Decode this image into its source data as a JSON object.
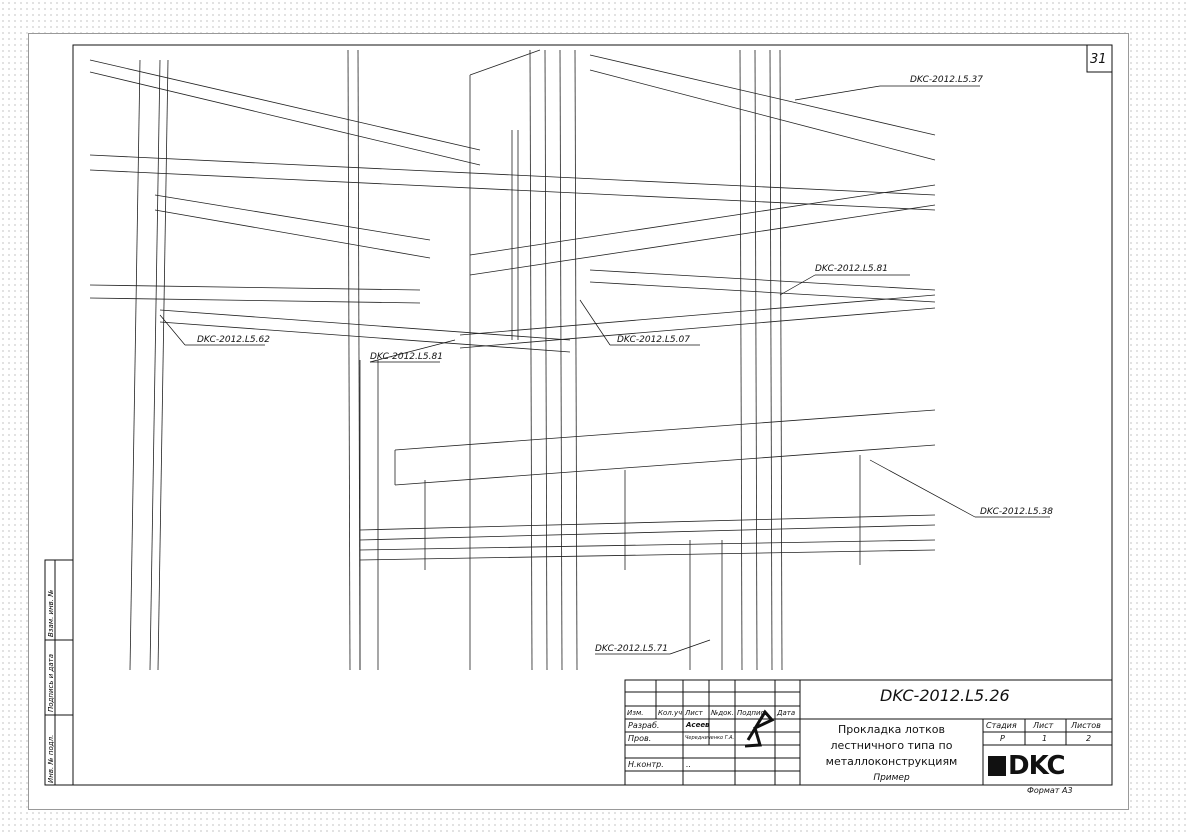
{
  "sheet_number": "31",
  "callouts": [
    "DKC-2012.L5.37",
    "DKC-2012.L5.81",
    "DKC-2012.L5.62",
    "DKC-2012.L5.81",
    "DKC-2012.L5.07",
    "DKC-2012.L5.38",
    "DKC-2012.L5.71"
  ],
  "side_stamp": [
    "Инв. № подл.",
    "Подпись и дата",
    "Взам. инв. №"
  ],
  "title_block": {
    "code": "DKC-2012.L5.26",
    "headers": [
      "Изм.",
      "Кол.уч",
      "Лист",
      "№док.",
      "Подпись",
      "Дата"
    ],
    "rows": [
      {
        "role": "Разраб.",
        "name": "Асеев"
      },
      {
        "role": "Пров.",
        "name": "Чередниченко Г.А."
      },
      {
        "role": "Н.контр.",
        "name": ".."
      }
    ],
    "title_lines": [
      "Прокладка лотков",
      "лестничного типа по",
      "металлоконструкциям"
    ],
    "subtitle": "Пример",
    "stage_label": "Стадия",
    "sheet_label": "Лист",
    "sheets_label": "Листов",
    "stage": "Р",
    "sheet": "1",
    "sheets": "2",
    "logo": "DKC",
    "format": "Формат А3"
  }
}
